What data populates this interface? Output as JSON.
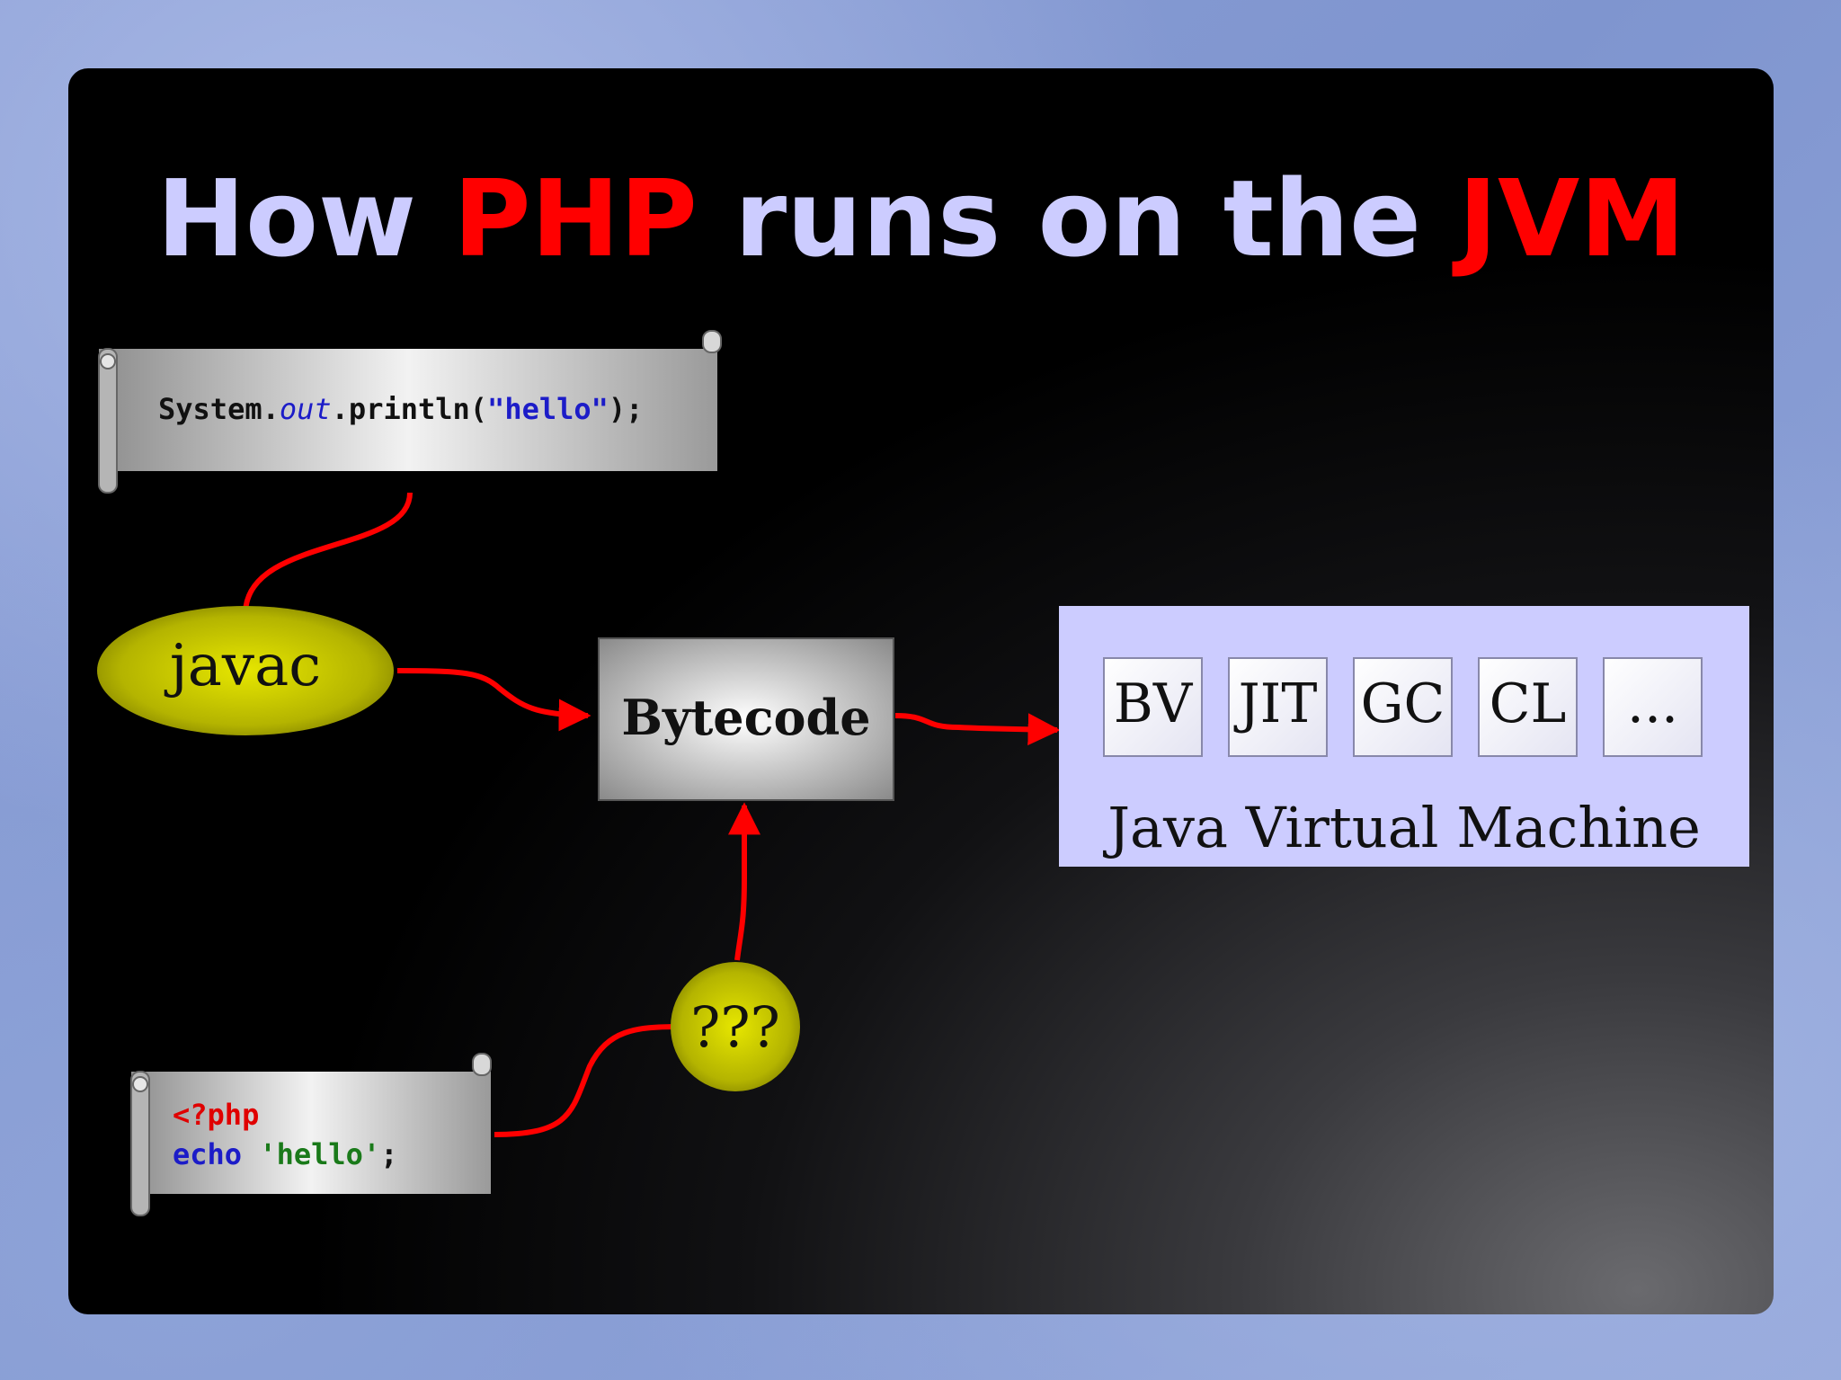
{
  "title": {
    "part1": "How ",
    "php": "PHP",
    "part2": " runs on the ",
    "jvm": "JVM"
  },
  "java_code": {
    "prefix": "System.",
    "obj": "out",
    "call": ".println(",
    "string": "\"hello\"",
    "suffix": ");"
  },
  "php_code": {
    "open_tag": "<?php",
    "keyword": "echo",
    "string": "'hello'",
    "semicolon": ";"
  },
  "nodes": {
    "javac": "javac",
    "bytecode": "Bytecode",
    "unknown": "???"
  },
  "jvm": {
    "label": "Java Virtual Machine",
    "components": [
      "BV",
      "JIT",
      "GC",
      "CL",
      "..."
    ]
  },
  "colors": {
    "title": "#ccccff",
    "accent": "#ff0000",
    "arrow": "#ff0000",
    "node_fill": "#c8c800",
    "jvm_bg": "#ccccff"
  }
}
